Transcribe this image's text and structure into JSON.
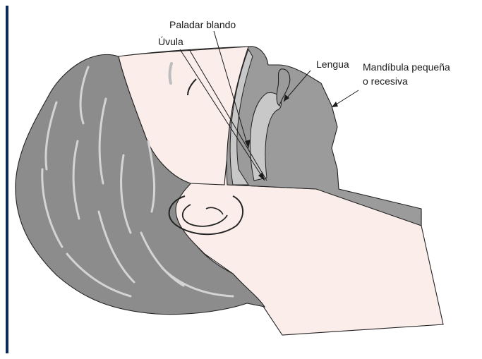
{
  "labels": {
    "soft_palate": "Paladar blando",
    "uvula": "Úvula",
    "tongue": "Lengua",
    "jaw_line1": "Mandíbula pequeña",
    "jaw_line2": "o recesiva"
  },
  "colors": {
    "side_bar": "#0b2a55",
    "skin": "#fbeeea",
    "hair": "#8c8c8c",
    "airway_dark": "#9b9b9b",
    "airway_light": "#c8c8c8",
    "outline": "#222222"
  }
}
